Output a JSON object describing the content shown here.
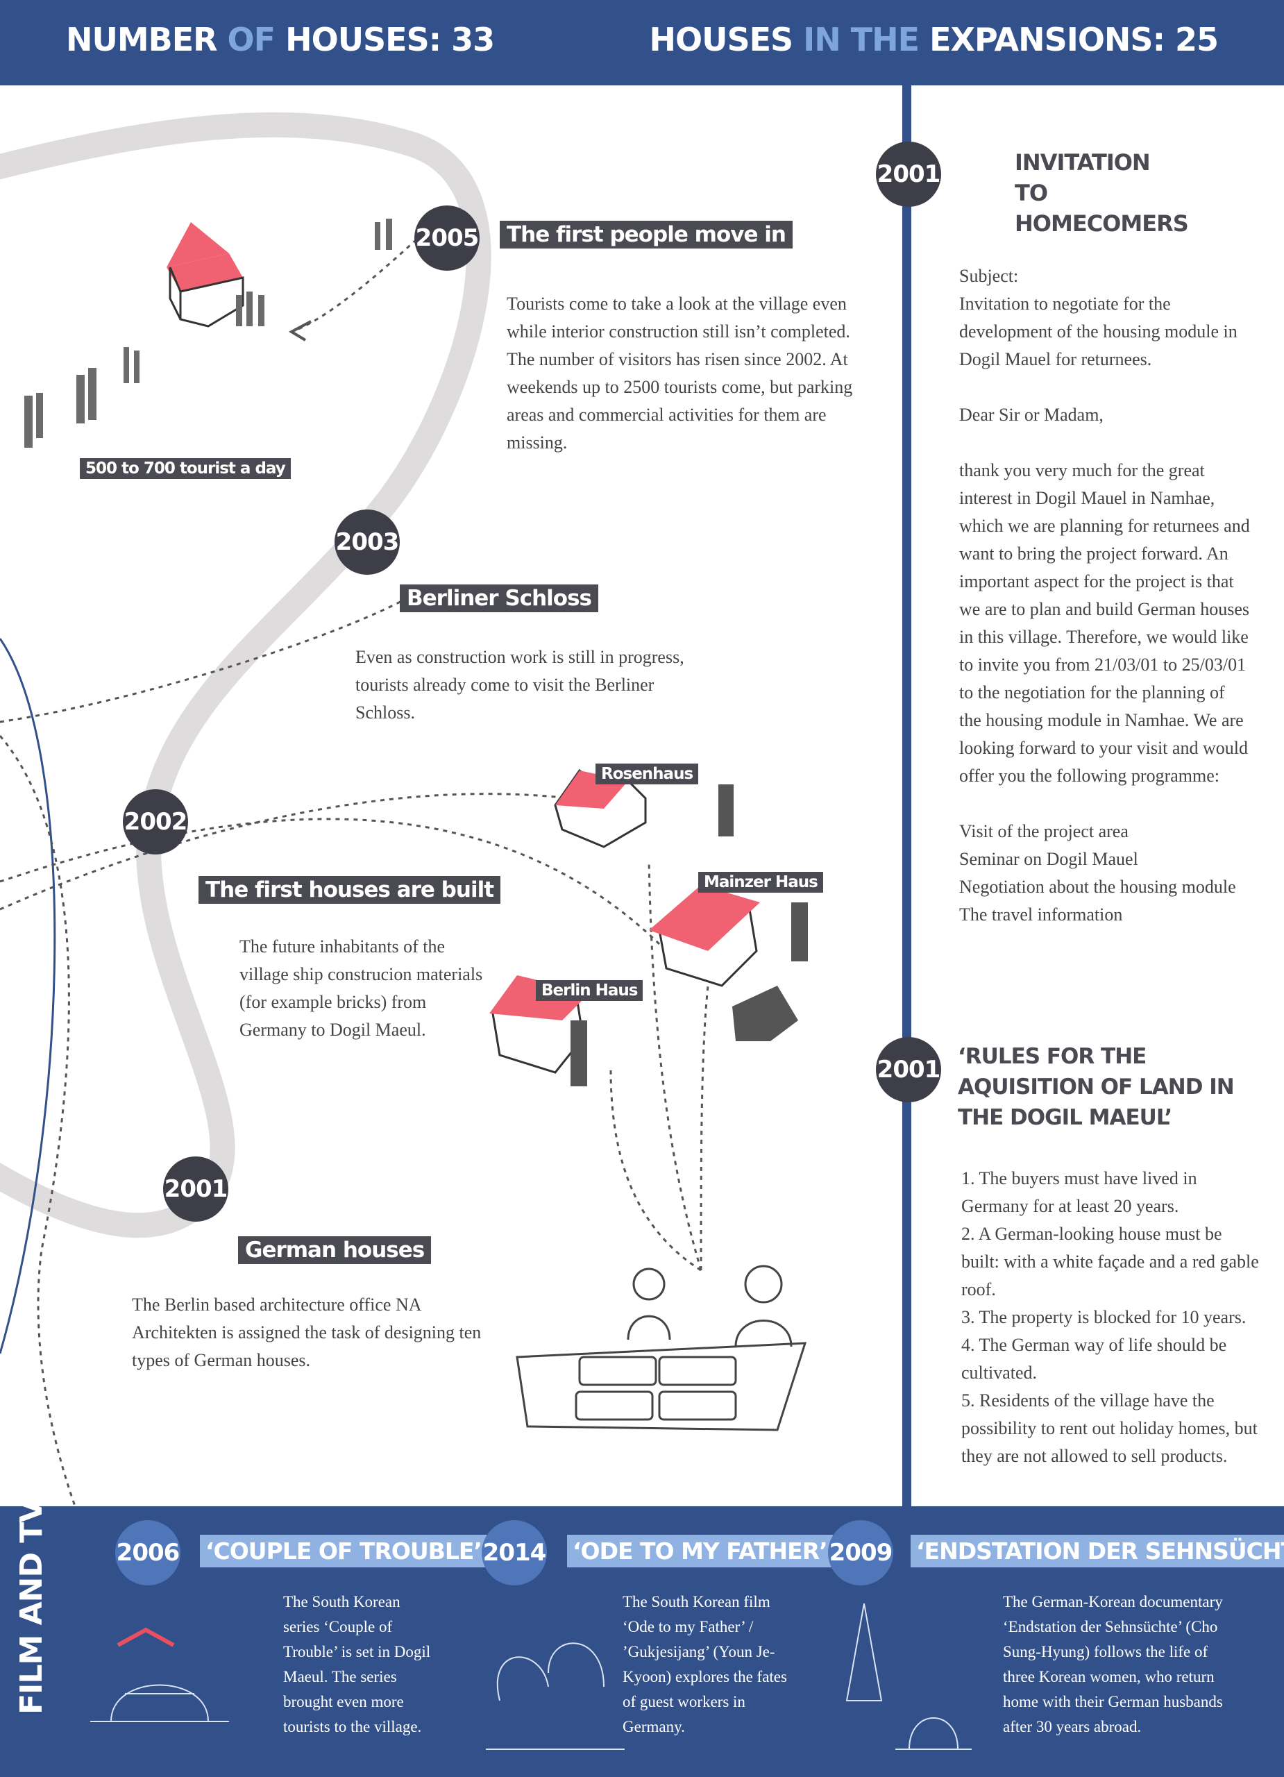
{
  "header": {
    "left": {
      "part1": "NUMBER ",
      "part2": "OF",
      "part3": " HOUSES: 33"
    },
    "right": {
      "part1": "HOUSES ",
      "part2": "IN THE",
      "part3": " EXPANSIONS: 25"
    }
  },
  "timeline": {
    "y2005": {
      "year": "2005",
      "title": "The first people move in",
      "text": "Tourists come to take a look at the village even while interior construction still isn’t completed. The number of visitors has risen since 2002. At weekends up to 2500 tourists come, but parking areas and commercial activities for them are missing."
    },
    "tourists_label": "500 to 700 tourist a day",
    "y2003": {
      "year": "2003",
      "title": "Berliner Schloss",
      "text": "Even as construction work is still in progress, tourists already come to visit the Berliner Schloss."
    },
    "y2002": {
      "year": "2002",
      "title": "The first houses are built",
      "text": "The future inhabitants of the village ship construcion materials (for example bricks) from Germany to Dogil Maeul."
    },
    "y2001": {
      "year": "2001",
      "title": "German houses",
      "text": "The Berlin based architecture office NA Architekten is assigned the task of designing ten types of German houses."
    },
    "houses": {
      "rosenhaus": "Rosenhaus",
      "mainzer": "Mainzer Haus",
      "berlin": "Berlin Haus"
    }
  },
  "right_column": {
    "invitation": {
      "year": "2001",
      "title": "INVITATION TO HOMECOMERS",
      "subject_label": "Subject:",
      "subject_text": "Invitation to negotiate for the development of the housing module in Dogil Mauel for returnees.",
      "greeting": "Dear Sir or Madam,",
      "body": "thank you very much for the great interest in Dogil Mauel in Namhae, which we are planning for returnees and want to bring the project forward. An important aspect for the project is that we are to plan and build German houses in this village. Therefore, we would like to invite you from 21/03/01 to 25/03/01 to the negotiation for the planning of the housing module in Namhae. We are looking forward to your visit and would offer you the following programme:",
      "programme": [
        "Visit of the project area",
        "Seminar on Dogil Mauel",
        "Negotiation about the housing module",
        "The travel information"
      ]
    },
    "rules": {
      "year": "2001",
      "title": "‘RULES FOR THE AQUISITION OF LAND IN THE DOGIL MAEUL’",
      "items": [
        "1. The buyers must have lived in Germany for at least 20 years.",
        "2. A German-looking house must be built: with a white façade and a red gable roof.",
        "3. The property is blocked for 10 years.",
        "4. The German way of life should be cultivated.",
        "5. Residents of the village have the possibility to rent out holiday homes, but they are not allowed to sell products."
      ]
    }
  },
  "footer": {
    "section_label": "FILM AND TV",
    "films": [
      {
        "year": "2006",
        "title": "‘COUPLE OF TROUBLE’",
        "text": "The South Korean series ‘Couple of Trouble’ is set in Dogil Maeul. The series brought even more tourists to the village."
      },
      {
        "year": "2014",
        "title": "‘ODE TO MY FATHER’",
        "text": "The South Korean film ‘Ode to my Father’ / ’Gukjesijang’ (Youn Je-Kyoon) explores the fates of guest workers in Germany."
      },
      {
        "year": "2009",
        "title": "‘ENDSTATION DER SEHNSÜCHTE’",
        "text": "The German-Korean documentary ‘Endstation der Sehnsüchte’ (Cho Sung-Hyung) follows the life of three Korean women, who return home with their German husbands after 30 years abroad."
      }
    ]
  },
  "colors": {
    "header_blue": "#32508a",
    "light_blue": "#8fb2e2",
    "roof_red": "#f06272",
    "dark_gray": "#4a4a52"
  }
}
